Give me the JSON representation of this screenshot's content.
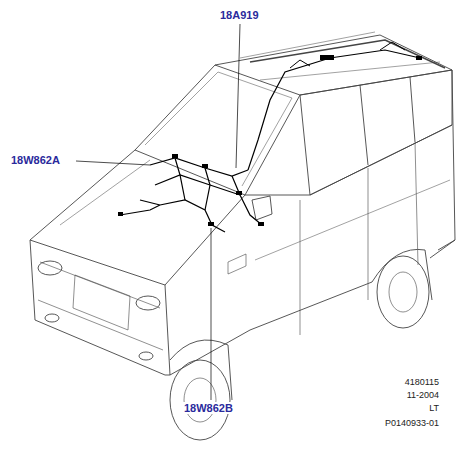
{
  "diagram": {
    "labels": [
      "18A919",
      "18W862A",
      "18W862B",
      "4180115",
      "11-2004",
      "LT",
      "P0140933-01"
    ]
  }
}
